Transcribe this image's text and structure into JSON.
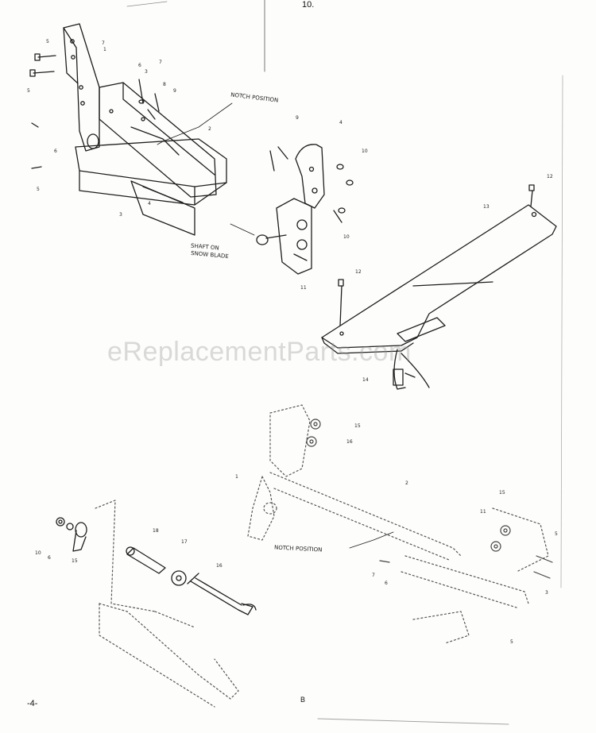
{
  "page": {
    "header_fragment": "10.",
    "page_number": "-4-",
    "sub_figure_letter": "B",
    "watermark": "eReplacementParts.com"
  },
  "labels": {
    "notch_position_top": "NOTCH POSITION",
    "snow_blade_shaft_line1": "SHAFT ON",
    "snow_blade_shaft_line2": "SNOW BLADE",
    "notch_position_bottom": "NOTCH POSITION"
  },
  "callouts": [
    "5",
    "7",
    "5",
    "6",
    "7",
    "8",
    "9",
    "3",
    "2",
    "6",
    "4",
    "10",
    "9",
    "1",
    "5",
    "4",
    "3",
    "10",
    "11",
    "12",
    "13",
    "12",
    "14",
    "15",
    "16",
    "1",
    "2",
    "7",
    "6",
    "11",
    "15",
    "5",
    "3",
    "10",
    "6",
    "15",
    "18",
    "17",
    "16",
    "5"
  ]
}
